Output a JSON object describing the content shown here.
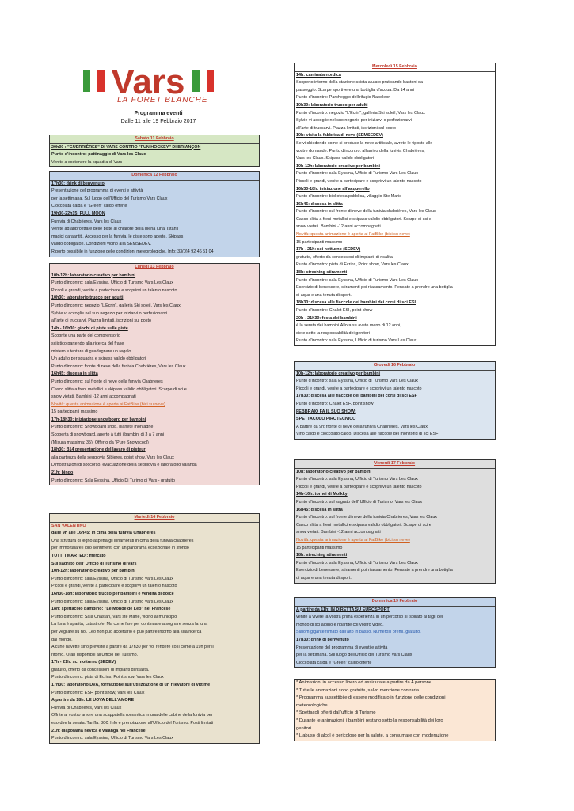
{
  "header": {
    "logo_text": "Vars",
    "logo_subtitle": "LA FORET BLANCHE",
    "title": "Programma eventi",
    "dates": "Dalle 11 alle 19 Febbraio 2017",
    "flag_colors": [
      "#3a9a3a",
      "#ffffff",
      "#d8322c"
    ]
  },
  "boxes": {
    "sabato": {
      "header": "Sabato 11 Febbraio",
      "lines": [
        {
          "t": "20h30 : \"GUERRIÈRES\" DI VARS CONTRO \"FUN HOCKEY\" DI BRIANÇON",
          "s": "b"
        },
        {
          "t": "Punto d'incontro: pattinaggio di Vars les Claux",
          "s": "bp"
        },
        {
          "t": "Venite a sostenere la squadra di Vars",
          "s": ""
        }
      ]
    },
    "domenica12": {
      "header": "Domenica 12 Febbraio",
      "lines": [
        {
          "t": "17h30: drink di benvenuto",
          "s": "b"
        },
        {
          "t": "Presentazione del programma di eventi e attività",
          "s": ""
        },
        {
          "t": "per la settimana. Sul luogo dell'Ufficio del Turismo Vars Claux",
          "s": ""
        },
        {
          "t": "Cioccolata calda e \"Green\" caldo offerte",
          "s": ""
        },
        {
          "t": "19h30-22h15: FULL MOON",
          "s": "b"
        },
        {
          "t": "Funivia di Chabrieres, Vars les Claux",
          "s": ""
        },
        {
          "t": "Venite ad approfittare delle piste al chiarore della piena luna. Istanti",
          "s": ""
        },
        {
          "t": "magici garaantiti. Accesso per la funivia, le piste sono aperte. Skipass",
          "s": ""
        },
        {
          "t": "valido obbligatori. Condizioni vicino alla SEMSEDEV.",
          "s": ""
        },
        {
          "t": "Riporto possibile in funzione delle condizioni meteorologiche. Info:  33(0)4 92 46 51 04",
          "s": ""
        }
      ]
    },
    "lunedi13": {
      "header": "Lunedì 13 Febbraio",
      "lines": [
        {
          "t": "10h-12h: laboratorio creativo per bambini",
          "s": "b"
        },
        {
          "t": "Punto d'incontro: sala Eyssina, Ufficio di Turismo Vars Les Claux",
          "s": ""
        },
        {
          "t": "Piccoli e grandi, venite a partecipare e scoprirvi un talento nascoto",
          "s": ""
        },
        {
          "t": "10h30: laboratorio trucco per adulti",
          "s": "b"
        },
        {
          "t": "Punto d'incontro: negozio \"L'Ecrin\", galleria Ski soleil, Vars les Claux",
          "s": ""
        },
        {
          "t": "Sylvie vi accoglie nel suo negozio per iniziarvi o perfezionarvi",
          "s": ""
        },
        {
          "t": "all'arte di truccarvi. Piazza limitati, iscrizioni sul posto",
          "s": ""
        },
        {
          "t": "14h - 16h30: giochi di piste sulle piste",
          "s": "b"
        },
        {
          "t": "Scoprite una parte del comprensorio",
          "s": ""
        },
        {
          "t": "sciistico partendo alla ricerca del frase",
          "s": ""
        },
        {
          "t": "mistero e tentare di guadagnare un regalo.",
          "s": ""
        },
        {
          "t": "Un adulto per squadra e skipass valido obbligatori",
          "s": ""
        },
        {
          "t": "Punto d'incontro: fronte di neve della funivia Chabrières, Vars les Claux",
          "s": ""
        },
        {
          "t": "16h45: discesa in slitta",
          "s": "b"
        },
        {
          "t": "Punto d'incontro: sul fronte di neve della funivia Chabrieres",
          "s": ""
        },
        {
          "t": "Casco slitta a freni metallici e skipass validio obbligatori. Scarpe di sci e",
          "s": ""
        },
        {
          "t": "snow vietati. Bambini -12 anni accompagnati",
          "s": ""
        },
        {
          "t": "Novità: questa animazione è aperta ai FatBike (bici su neve)",
          "s": "hl"
        },
        {
          "t": "15 partecipanti massimo",
          "s": ""
        },
        {
          "t": "17h-18h30: iniziazione snowboard per bambini",
          "s": "b"
        },
        {
          "t": "Punto d'incontro: Snowboard shop, planete montagne",
          "s": ""
        },
        {
          "t": "Scoperta di snowboard, aperto à tutti i bambini di 3 a 7 anni",
          "s": ""
        },
        {
          "t": "(Misura massima: 35). Offerto da \"Pure Snowscool)",
          "s": ""
        },
        {
          "t": "18h30: B14 presentazione del lavaro di pisteur",
          "s": "b"
        },
        {
          "t": "alla partenza della seggiovia Sibieres, point show, Vars les Claux",
          "s": ""
        },
        {
          "t": "Dimostrazioni di soccorso, evacuazione della seggiovia e laboratorio valanga",
          "s": ""
        },
        {
          "t": "21h: bingo",
          "s": "b"
        },
        {
          "t": "Punto d'incontro: Sala Eyssina, Ufficio Di Turimo di Vars - gratuito",
          "s": ""
        }
      ]
    },
    "martedi14": {
      "header": "Martedì 14 Febbraio",
      "lines": [
        {
          "t": "SAN VALENTINO",
          "s": "r"
        },
        {
          "t": "dalle 9h alle 16h45: in cima della funivia Chabrieres",
          "s": "b"
        },
        {
          "t": "Una struttura di legno aspetta gli innamorati in cima della funivia chabrieres",
          "s": ""
        },
        {
          "t": "per immortalare i loro sentimenti con un panorama eccezionale in sfondo",
          "s": ""
        },
        {
          "t": "TUTTI I MARTEDI: mercato",
          "s": "bp"
        },
        {
          "t": "Sul sagrato dell' Ufficio di Turismo di Vars",
          "s": "bp"
        },
        {
          "t": "10h-12h: laboratorio creativo per bambini",
          "s": "b"
        },
        {
          "t": "Punto d'incontro: sala Eyssina, Ufficio di Turismo Vars Les Claux",
          "s": ""
        },
        {
          "t": "Piccoli e grandi, venite a partecipare e scoprirvi un talento nascoto",
          "s": ""
        },
        {
          "t": "16h30-18h: laboratorio trucco per bambini e vendita di dolce",
          "s": "b"
        },
        {
          "t": "Punto d'incontro: sala Eyssina, Ufficio di Turismo Vars Les Claux",
          "s": ""
        },
        {
          "t": "18h: spettacolo bambino: \"Le Monde de Léo\" nel Francese",
          "s": "b"
        },
        {
          "t": "Punto d'incontro: Sala Chastan, Vars ste Marie, vicino al municipio",
          "s": ""
        },
        {
          "t": "La luna è sparita, catastrofe! Ma come fare per continuare a sognare senza la luna",
          "s": ""
        },
        {
          "t": "per vegliare su noi. Léo non può accettarlo e può partire intorno alla sua ricerca",
          "s": ""
        },
        {
          "t": "dal mondo.",
          "s": ""
        },
        {
          "t": "Alcune navette sino previste a partire da 17h30 per voi rendere così come a 19h per il",
          "s": ""
        },
        {
          "t": "ritorno. Orari disponibili all'Ufficio del Turismo.",
          "s": ""
        },
        {
          "t": "17h - 21h: sci notturno (SEDEV)",
          "s": "b"
        },
        {
          "t": "gratuito, offerto da concessioni di impianti di risalita.",
          "s": ""
        },
        {
          "t": "Punto d'incontro: pista di Ecrins, Point show, Vars les Claux",
          "s": ""
        },
        {
          "t": "17h30: laboratorio DVA, formazione sull'utilizzazione di un rilevatore di vittime",
          "s": "b"
        },
        {
          "t": "Punto d'incontro: ESF, point show, Vars les Claux",
          "s": ""
        },
        {
          "t": "A partire da 18h: LE UOVA DELL'AMORE",
          "s": "b"
        },
        {
          "t": "Funivia di Chabrieres, Vars les Claux",
          "s": ""
        },
        {
          "t": "Offrite al vostro amore una scappatella romantica in una delle cabine della funivia per",
          "s": ""
        },
        {
          "t": "esordire la serata. Tariffa: 30€. Info e prenotazione all'Ufficio del Turismo. Posti limitati",
          "s": ""
        },
        {
          "t": "21h: diaporama nevica e valanga nel Francese",
          "s": "b"
        },
        {
          "t": "Punto d'incontro: sala Eyssina, Ufficio di Turismo Vars Les Claux",
          "s": ""
        }
      ]
    },
    "mercoledi15": {
      "header": "Mercoledì 15 Febbraio",
      "lines": [
        {
          "t": "14h: caminata nordica",
          "s": "b"
        },
        {
          "t": "Scoperto intorno della stazione scista aiutato praticando bastoni da",
          "s": ""
        },
        {
          "t": "passeggio. Scarpe sportive e una bottiglia d'acqua. Da 14 anni",
          "s": ""
        },
        {
          "t": "Punto d'incontro: Parcheggio dell'rifugio Napoleon",
          "s": ""
        },
        {
          "t": "10h30: laboratorio trucco per adulti",
          "s": "b"
        },
        {
          "t": "Punto d'incontro: negozio \"L'Ecrin\", galleria Ski soleil, Vars les Claux",
          "s": ""
        },
        {
          "t": "Sylvie vi accoglie nel suo negozio per iniziarvi o perfezionarvi",
          "s": ""
        },
        {
          "t": "all'arte di truccarvi. Piazza limitati, iscrizioni sul posto",
          "s": ""
        },
        {
          "t": "10h: visita la fabbrica di neve (SEMSEDEV)",
          "s": "b"
        },
        {
          "t": "Se vi chiedendo come si produce la neve artificiale, avrete le riposte alle",
          "s": ""
        },
        {
          "t": "vostre domande. Punto d'incontro: all'arrivo della funivia Chabrières,",
          "s": ""
        },
        {
          "t": "Vars les Claux. Skipass valido obbligatori",
          "s": ""
        },
        {
          "t": "10h-12h: laboratorio creativo per bambini",
          "s": "b"
        },
        {
          "t": "Punto d'incontro: sala Eyssina, Ufficio di Turismo Vars Les Claux",
          "s": ""
        },
        {
          "t": "Piccoli e grandi, venite a partecipare e scoprirvi un talento nascoto",
          "s": ""
        },
        {
          "t": "16h30-18h: iniziazione all'acquerello",
          "s": "b"
        },
        {
          "t": "Punto d'incontro: biblioteca pubblica, villaggio Ste Marie",
          "s": ""
        },
        {
          "t": "16h45: discesa in slitta",
          "s": "b"
        },
        {
          "t": "Punto d'incontro: sul fronte di neve della funivia chabrières, Vars les Claux",
          "s": ""
        },
        {
          "t": "Casco slitta a freni metallici e skipass validio obbligatori. Scarpe di sci e",
          "s": ""
        },
        {
          "t": "snow vietati. Bambini -12 anni accompagnati",
          "s": ""
        },
        {
          "t": "Novità: questa animazione è aperta ai FatBike (bici su neve)",
          "s": "hl"
        },
        {
          "t": "15 partecipanti massimo",
          "s": ""
        },
        {
          "t": "17h - 21h: sci notturno (SEDEV)",
          "s": "b"
        },
        {
          "t": "gratuito, offerto da concessioni di impianti di risalita.",
          "s": ""
        },
        {
          "t": "Punto d'incontro: pista di Ecrins, Point show, Vars les Claux",
          "s": ""
        },
        {
          "t": "18h: streching stiramenti",
          "s": "b"
        },
        {
          "t": "Punto d'incontro: sala Eyssina, Ufficio di Turismo Vars Les Claux",
          "s": ""
        },
        {
          "t": "Esercizio di benessere, stiramenti poi rilassamento. Pensate a prendre una botiglia",
          "s": ""
        },
        {
          "t": "di aqua e una tenuta di sport.",
          "s": ""
        },
        {
          "t": "18h30: discesa alle fiaccole dei bambini dei corsi di sci ESI",
          "s": "b"
        },
        {
          "t": "Punto d'incontro: Chalet ESI, point show",
          "s": ""
        },
        {
          "t": "20h - 21h30: festa dei bambini",
          "s": "b"
        },
        {
          "t": "è la serata dei bambini.Allora se avete meno di 12 anni,",
          "s": ""
        },
        {
          "t": " siete sotto la responsabilità dei genitori",
          "s": ""
        },
        {
          "t": "Punto d'incontro: sala Eyssina, Ufficio di turismo Vars Les Claux",
          "s": ""
        }
      ]
    },
    "giovedi16": {
      "header": "Giovedì 16 Febbraio",
      "lines": [
        {
          "t": "10h-12h: laboratorio creativo per bambini",
          "s": "b"
        },
        {
          "t": "Punto d'incontro: sala Eyssina, Ufficio di Turismo Vars Les Claux",
          "s": ""
        },
        {
          "t": "Piccoli e grandi, venite a partecipare e scoprirvi un talento nascoto",
          "s": ""
        },
        {
          "t": "17h30: discesa alle fiaccole dei bambini dei corsi di sci ESF",
          "s": "b"
        },
        {
          "t": "Punto d'incontro: Chalet ESF, point show",
          "s": ""
        },
        {
          "t": "FEBBRAIO FA IL SUO SHOW:",
          "s": "b"
        },
        {
          "t": "SPETTACOLO PIROTECNICO",
          "s": "bp"
        },
        {
          "t": "A partire da 9h: fronte di neve della funivia Chabrieres, Vars les Claux",
          "s": ""
        },
        {
          "t": "Vino caldo e cioccolato caldo. Discesa alle fiaccole dei monitorid di sci ESF",
          "s": ""
        }
      ]
    },
    "venerdi17": {
      "header": "Venerdì 17 Febbraio",
      "lines": [
        {
          "t": "10h: laboratorio creativo per bambini",
          "s": "b"
        },
        {
          "t": "Punto d'incontro: sala Eyssina, Ufficio di Turismo Vars Les Claux",
          "s": ""
        },
        {
          "t": "Piccoli e grandi, venite a partecipare e scoprirvi un talento nascoto",
          "s": ""
        },
        {
          "t": "14h-16h: tornei di Molkky",
          "s": "b"
        },
        {
          "t": "Punto d'incontro: sul sagrato dell' Ufficio di Turismo, Vars les Claux",
          "s": ""
        },
        {
          "t": "16h45: discesa in slitta",
          "s": "b"
        },
        {
          "t": "Punto d'incontro: sul fronte di neve della funivia Chabrieres, Vars les Claux",
          "s": ""
        },
        {
          "t": "Casco slitta a freni metallici e skipass validio obbligatori. Scarpe di sci e",
          "s": ""
        },
        {
          "t": "snow vietati. Bambini -12 anni accompagnati",
          "s": ""
        },
        {
          "t": "Novità: questa animazione è aperta ai FatBike (bici su neve)",
          "s": "hl"
        },
        {
          "t": "15 partecipanti massimo",
          "s": ""
        },
        {
          "t": "18h: streching stiramenti",
          "s": "b"
        },
        {
          "t": "Punto d'incontro: sala Eyssina, Ufficio di Turismo Vars Les Claux",
          "s": ""
        },
        {
          "t": "Esercizio di benessere, stiramenti poi rilassamento. Pensate a prendre una botiglia",
          "s": ""
        },
        {
          "t": "di aqua e una tenuta di sport.",
          "s": ""
        }
      ]
    },
    "domenica19": {
      "header": "Domenica 19 Febbraio",
      "lines": [
        {
          "t": "A partire da 11h: IN DIRETTA SU EUROSPORT",
          "s": "b"
        },
        {
          "t": "venite a vivere la vostra prima esperienza in un percorso si ispirato ai tagli del",
          "s": ""
        },
        {
          "t": "mondo di sci alpino e ripartite col vostro video.",
          "s": ""
        },
        {
          "t": "Slalom gigante filmato dall'alto in basso. Numerosi premi. gratuito.",
          "s": "bl"
        },
        {
          "t": "17h30: drink di benvenuto",
          "s": "b"
        },
        {
          "t": "Presentazione del programma di eventi e attività",
          "s": ""
        },
        {
          "t": "per la settimana. Sul luogo dell'Ufficio del Turismo Vars Claux",
          "s": ""
        },
        {
          "t": "Cioccolata calda e \"Green\" caldo offerte",
          "s": ""
        }
      ]
    },
    "notes": {
      "lines": [
        {
          "t": "* Animazioni in accesso libero ed assicurate a partire da 4 persone.",
          "s": ""
        },
        {
          "t": "* Tutte le animazioni sono gratuite, salvo menzione contraria",
          "s": ""
        },
        {
          "t": "* Programma suscettibile di essere modificato in funzione delle condizioni",
          "s": ""
        },
        {
          "t": "meteorologiche",
          "s": ""
        },
        {
          "t": "* Spettacoli offerti dall'ufficio di Turismo",
          "s": ""
        },
        {
          "t": "* Durante le animazioni, i bambini restano sotto la responsabilità dei loro",
          "s": ""
        },
        {
          "t": "genitori",
          "s": ""
        },
        {
          "t": "* L'abuso di alcol è pericoloso per la salute, a consumare con moderazione",
          "s": ""
        }
      ]
    }
  }
}
